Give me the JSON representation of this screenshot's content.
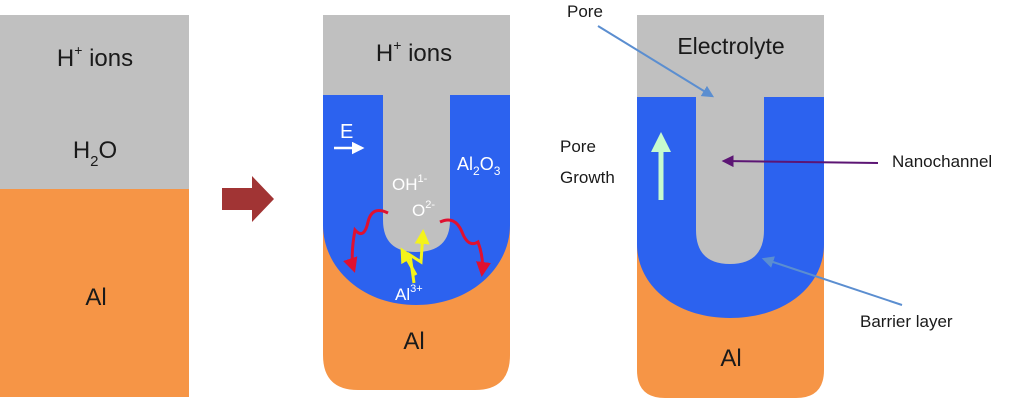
{
  "colors": {
    "gray": "#c0c0c0",
    "orange": "#f69546",
    "blue": "#2c62ef",
    "arrow_red": "#a13434",
    "pointer_blue": "#5b8ed0",
    "pointer_purple": "#5c1574",
    "growth_arrow": "#c6fbce",
    "red_squiggle": "#e01030",
    "yellow_arrow": "#f4f31a",
    "white": "#ffffff"
  },
  "panel1": {
    "ions_label": "H",
    "ions_sup": "+",
    "ions_suffix": " ions",
    "water_label": "H",
    "water_sub": "2",
    "water_suffix": "O",
    "metal_label": "Al"
  },
  "panel2": {
    "ions_label": "H",
    "ions_sup": "+",
    "ions_suffix": " ions",
    "field_label": "E",
    "oxide_label": "Al",
    "oxide_sub1": "2",
    "oxide_mid": "O",
    "oxide_sub2": "3",
    "hydroxide_label": "OH",
    "hydroxide_sup": "1-",
    "oxygen_label": "O",
    "oxygen_sup": "2-",
    "aluminum_ion_label": "Al",
    "aluminum_ion_sup": "3+",
    "metal_label": "Al"
  },
  "panel3": {
    "pore_label": "Pore",
    "electrolyte_label": "Electrolyte",
    "growth_label_1": "Pore",
    "growth_label_2": "Growth",
    "nanochannel_label": "Nanochannel",
    "barrier_label": "Barrier layer",
    "metal_label": "Al"
  },
  "icons": {
    "process_arrow": "right-arrow-icon",
    "field_arrow": "right-arrow-icon",
    "growth_arrow": "up-arrow-icon"
  }
}
